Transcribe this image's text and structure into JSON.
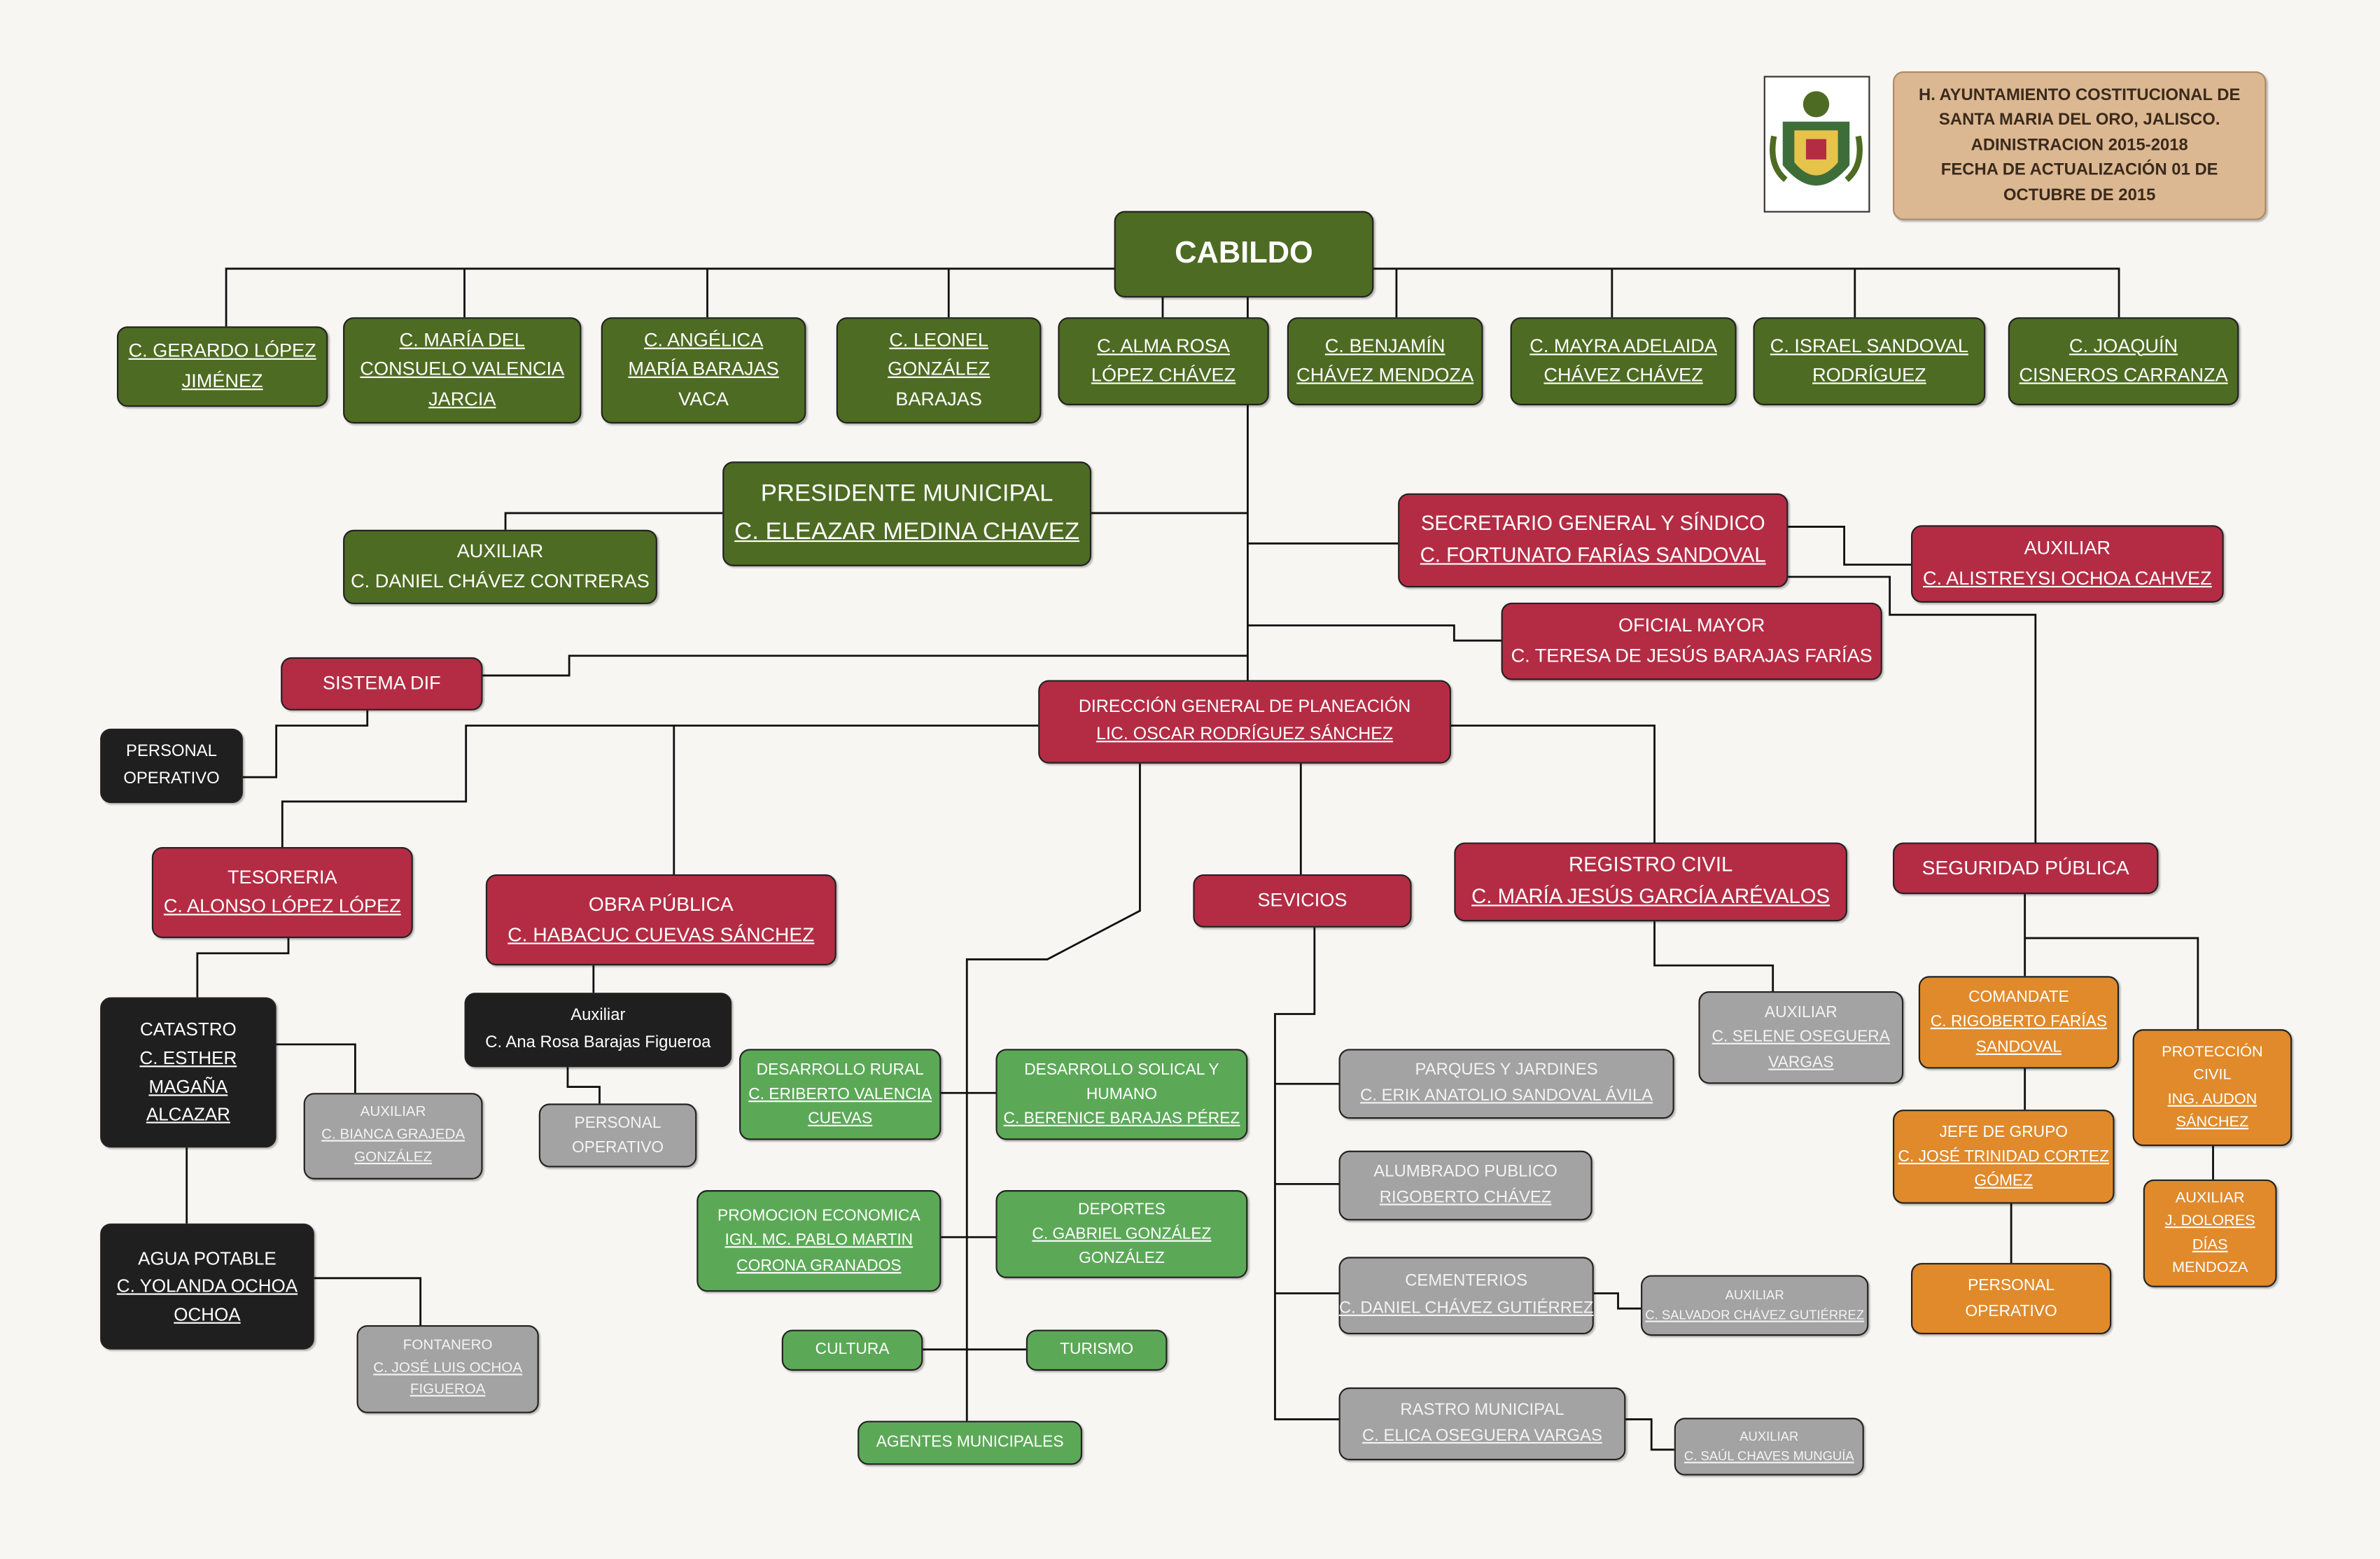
{
  "header": {
    "lines": [
      {
        "t": "H. AYUNTAMIENTO COSTITUCIONAL DE"
      },
      {
        "t": "SANTA MARIA DEL ORO, JALISCO."
      },
      {
        "t": "ADINISTRACION 2015-2018"
      },
      {
        "t": "FECHA DE ACTUALIZACIÓN 01 DE"
      },
      {
        "t": "OCTUBRE DE 2015"
      }
    ]
  },
  "colors": {
    "dark_green": "#4d6b22",
    "red": "#b42c44",
    "black": "#1f1f1f",
    "gray": "#a3a3a3",
    "light_green": "#5ba957",
    "orange": "#e08a2c",
    "header": "#dcb892"
  },
  "boxes": {
    "cabildo": {
      "lines": [
        {
          "t": "CABILDO"
        }
      ]
    },
    "reg1": {
      "lines": [
        {
          "t": "C. GERARDO LÓPEZ",
          "u": 1
        },
        {
          "t": "JIMÉNEZ",
          "u": 1
        }
      ]
    },
    "reg2": {
      "lines": [
        {
          "t": "C. MARÍA DEL",
          "u": 1
        },
        {
          "t": "CONSUELO VALENCIA",
          "u": 1
        },
        {
          "t": "JARCIA",
          "u": 1
        }
      ]
    },
    "reg3": {
      "lines": [
        {
          "t": "C. ANGÉLICA",
          "u": 1
        },
        {
          "t": "MARÍA BARAJAS",
          "u": 1
        },
        {
          "t": "VACA"
        }
      ]
    },
    "reg4": {
      "lines": [
        {
          "t": "C. LEONEL",
          "u": 1
        },
        {
          "t": "GONZÁLEZ",
          "u": 1
        },
        {
          "t": "BARAJAS"
        }
      ]
    },
    "reg5": {
      "lines": [
        {
          "t": "C. ALMA ROSA",
          "u": 1
        },
        {
          "t": "LÓPEZ CHÁVEZ",
          "u": 1
        }
      ]
    },
    "reg6": {
      "lines": [
        {
          "t": "C. BENJAMÍN",
          "u": 1
        },
        {
          "t": "CHÁVEZ MENDOZA",
          "u": 1
        }
      ]
    },
    "reg7": {
      "lines": [
        {
          "t": "C. MAYRA ADELAIDA",
          "u": 1
        },
        {
          "t": "CHÁVEZ CHÁVEZ",
          "u": 1
        }
      ]
    },
    "reg8": {
      "lines": [
        {
          "t": "C. ISRAEL SANDOVAL",
          "u": 1
        },
        {
          "t": "RODRÍGUEZ",
          "u": 1
        }
      ]
    },
    "reg9": {
      "lines": [
        {
          "t": "C. JOAQUÍN",
          "u": 1
        },
        {
          "t": "CISNEROS CARRANZA",
          "u": 1
        }
      ]
    },
    "presidente": {
      "lines": [
        {
          "t": "PRESIDENTE MUNICIPAL"
        },
        {
          "t": "C. ELEAZAR MEDINA CHAVEZ",
          "u": 1
        }
      ]
    },
    "aux_presidente": {
      "lines": [
        {
          "t": "AUXILIAR"
        },
        {
          "t": "C. DANIEL CHÁVEZ CONTRERAS"
        }
      ]
    },
    "secretario": {
      "lines": [
        {
          "t": "SECRETARIO GENERAL Y SÍNDICO"
        },
        {
          "t": "C. FORTUNATO FARÍAS SANDOVAL",
          "u": 1
        }
      ]
    },
    "aux_secretario": {
      "lines": [
        {
          "t": "AUXILIAR"
        },
        {
          "t": "C. ALISTREYSI OCHOA CAHVEZ",
          "u": 1
        }
      ]
    },
    "oficial_mayor": {
      "lines": [
        {
          "t": "OFICIAL MAYOR"
        },
        {
          "t": "C. TERESA DE JESÚS BARAJAS FARÍAS"
        }
      ]
    },
    "dif": {
      "lines": [
        {
          "t": "SISTEMA DIF"
        }
      ]
    },
    "dif_personal": {
      "lines": [
        {
          "t": "PERSONAL"
        },
        {
          "t": "OPERATIVO"
        }
      ]
    },
    "direccion": {
      "lines": [
        {
          "t": "DIRECCIÓN GENERAL DE PLANEACIÓN"
        },
        {
          "t": "LIC. OSCAR RODRÍGUEZ SÁNCHEZ",
          "u": 1
        }
      ]
    },
    "tesoreria": {
      "lines": [
        {
          "t": "TESORERIA"
        },
        {
          "t": "C. ALONSO LÓPEZ LÓPEZ",
          "u": 1
        }
      ]
    },
    "obra": {
      "lines": [
        {
          "t": "OBRA PÚBLICA"
        },
        {
          "t": "C. HABACUC CUEVAS SÁNCHEZ",
          "u": 1
        }
      ]
    },
    "servicios": {
      "lines": [
        {
          "t": "SEVICIOS"
        }
      ]
    },
    "registro": {
      "lines": [
        {
          "t": "REGISTRO CIVIL"
        },
        {
          "t": "C. MARÍA JESÚS GARCÍA ARÉVALOS",
          "u": 1
        }
      ]
    },
    "seguridad": {
      "lines": [
        {
          "t": "SEGURIDAD PÚBLICA"
        }
      ]
    },
    "catastro": {
      "lines": [
        {
          "t": "CATASTRO"
        },
        {
          "t": "C. ESTHER",
          "u": 1
        },
        {
          "t": "MAGAÑA",
          "u": 1
        },
        {
          "t": "ALCAZAR",
          "u": 1
        }
      ]
    },
    "aux_catastro": {
      "lines": [
        {
          "t": "AUXILIAR"
        },
        {
          "t": "C. BIANCA GRAJEDA",
          "u": 1
        },
        {
          "t": "GONZÁLEZ",
          "u": 1
        }
      ]
    },
    "agua": {
      "lines": [
        {
          "t": "AGUA POTABLE"
        },
        {
          "t": "C. YOLANDA OCHOA",
          "u": 1
        },
        {
          "t": "OCHOA",
          "u": 1
        }
      ]
    },
    "fontanero": {
      "lines": [
        {
          "t": "FONTANERO"
        },
        {
          "t": "C. JOSÉ LUIS OCHOA",
          "u": 1
        },
        {
          "t": "FIGUEROA",
          "u": 1
        }
      ]
    },
    "aux_obra": {
      "lines": [
        {
          "t": "Auxiliar"
        },
        {
          "t": "C. Ana Rosa Barajas Figueroa"
        }
      ]
    },
    "obra_personal": {
      "lines": [
        {
          "t": "PERSONAL"
        },
        {
          "t": "OPERATIVO"
        }
      ]
    },
    "des_rural": {
      "lines": [
        {
          "t": "DESARROLLO RURAL"
        },
        {
          "t": "C. ERIBERTO VALENCIA",
          "u": 1
        },
        {
          "t": "CUEVAS",
          "u": 1
        }
      ]
    },
    "des_social": {
      "lines": [
        {
          "t": "DESARROLLO SOLICAL Y"
        },
        {
          "t": "HUMANO"
        },
        {
          "t": "C. BERENICE  BARAJAS PÉREZ",
          "u": 1
        }
      ]
    },
    "promocion": {
      "lines": [
        {
          "t": "PROMOCION ECONOMICA"
        },
        {
          "t": "IGN. MC. PABLO MARTIN",
          "u": 1
        },
        {
          "t": "CORONA GRANADOS",
          "u": 1
        }
      ]
    },
    "deportes": {
      "lines": [
        {
          "t": "DEPORTES"
        },
        {
          "t": "C. GABRIEL GONZÁLEZ",
          "u": 1
        },
        {
          "t": "GONZÁLEZ"
        }
      ]
    },
    "cultura": {
      "lines": [
        {
          "t": "CULTURA"
        }
      ]
    },
    "turismo": {
      "lines": [
        {
          "t": "TURISMO"
        }
      ]
    },
    "agentes": {
      "lines": [
        {
          "t": "AGENTES MUNICIPALES"
        }
      ]
    },
    "parques": {
      "lines": [
        {
          "t": "PARQUES Y JARDINES"
        },
        {
          "t": "C. ERIK ANATOLIO SANDOVAL ÁVILA",
          "u": 1
        }
      ]
    },
    "alumbrado": {
      "lines": [
        {
          "t": "ALUMBRADO PUBLICO"
        },
        {
          "t": "RIGOBERTO CHÁVEZ",
          "u": 1
        }
      ]
    },
    "cementerios": {
      "lines": [
        {
          "t": "CEMENTERIOS"
        },
        {
          "t": "C. DANIEL CHÁVEZ GUTIÉRREZ",
          "u": 1
        }
      ]
    },
    "aux_cementerios": {
      "lines": [
        {
          "t": "AUXILIAR"
        },
        {
          "t": "C. SALVADOR CHÁVEZ GUTIÉRREZ",
          "u": 1
        }
      ]
    },
    "rastro": {
      "lines": [
        {
          "t": "RASTRO MUNICIPAL"
        },
        {
          "t": "C. ELICA OSEGUERA VARGAS",
          "u": 1
        }
      ]
    },
    "aux_rastro": {
      "lines": [
        {
          "t": "AUXILIAR"
        },
        {
          "t": "C. SAÚL CHAVES MUNGUÍA",
          "u": 1
        }
      ]
    },
    "aux_registro": {
      "lines": [
        {
          "t": "AUXILIAR"
        },
        {
          "t": "C. SELENE OSEGUERA",
          "u": 1
        },
        {
          "t": "VARGAS",
          "u": 1
        }
      ]
    },
    "comandante": {
      "lines": [
        {
          "t": "COMANDATE"
        },
        {
          "t": "C. RIGOBERTO FARÍAS",
          "u": 1
        },
        {
          "t": "SANDOVAL",
          "u": 1
        }
      ]
    },
    "jefe_grupo": {
      "lines": [
        {
          "t": "JEFE DE GRUPO"
        },
        {
          "t": "C. JOSÉ TRINIDAD CORTEZ",
          "u": 1
        },
        {
          "t": "GÓMEZ",
          "u": 1
        }
      ]
    },
    "seg_personal": {
      "lines": [
        {
          "t": "PERSONAL"
        },
        {
          "t": "OPERATIVO"
        }
      ]
    },
    "proteccion": {
      "lines": [
        {
          "t": "PROTECCIÓN"
        },
        {
          "t": "CIVIL"
        },
        {
          "t": "ING. AUDON",
          "u": 1
        },
        {
          "t": "SÁNCHEZ",
          "u": 1
        }
      ]
    },
    "aux_proteccion": {
      "lines": [
        {
          "t": "AUXILIAR"
        },
        {
          "t": "J. DOLORES",
          "u": 1
        },
        {
          "t": "DÍAS",
          "u": 1
        },
        {
          "t": "MENDOZA"
        }
      ]
    }
  }
}
